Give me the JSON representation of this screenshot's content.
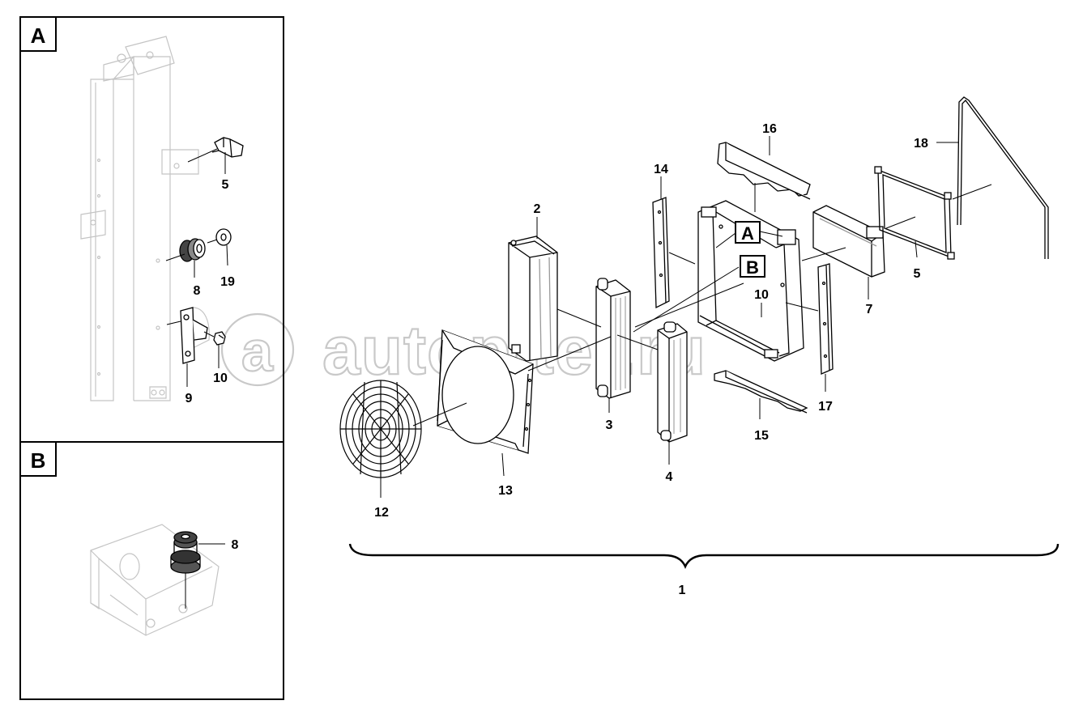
{
  "panels": {
    "a": {
      "tag": "A",
      "callouts": {
        "p5": "5",
        "p8": "8",
        "p19": "19",
        "p9": "9",
        "p10": "10"
      }
    },
    "b": {
      "tag": "B",
      "callouts": {
        "p8": "8"
      }
    }
  },
  "main": {
    "callouts": {
      "p1": "1",
      "p2": "2",
      "p3": "3",
      "p4": "4",
      "p5": "5",
      "p7": "7",
      "p10": "10",
      "p12": "12",
      "p13": "13",
      "p14": "14",
      "p15": "15",
      "p16": "16",
      "p17": "17",
      "p18": "18"
    },
    "refs": {
      "a": "A",
      "b": "B"
    }
  },
  "watermark": "autopiter.ru"
}
